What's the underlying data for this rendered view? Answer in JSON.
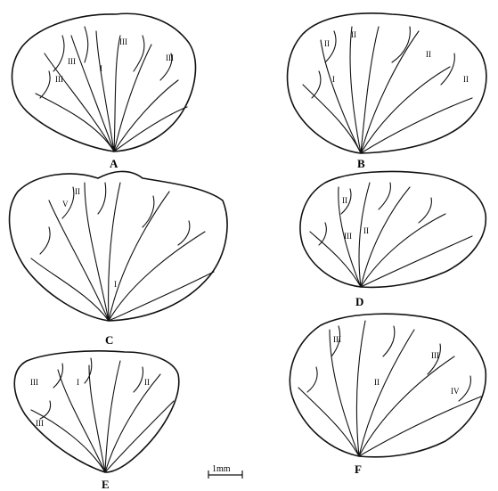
{
  "figure": {
    "panels": [
      {
        "id": "A",
        "label": "A",
        "vein_marks": [
          "III",
          "III",
          "I",
          "III",
          "III"
        ]
      },
      {
        "id": "B",
        "label": "B",
        "vein_marks": [
          "II",
          "II",
          "II",
          "II",
          "I"
        ]
      },
      {
        "id": "C",
        "label": "C",
        "vein_marks": [
          "V",
          "II",
          "I"
        ]
      },
      {
        "id": "D",
        "label": "D",
        "vein_marks": [
          "II",
          "II",
          "III"
        ]
      },
      {
        "id": "E",
        "label": "E",
        "vein_marks": [
          "III",
          "I",
          "II",
          "III"
        ]
      },
      {
        "id": "F",
        "label": "F",
        "vein_marks": [
          "III",
          "III",
          "II",
          "IV"
        ]
      }
    ],
    "scale_bar": {
      "label": "1mm"
    }
  }
}
